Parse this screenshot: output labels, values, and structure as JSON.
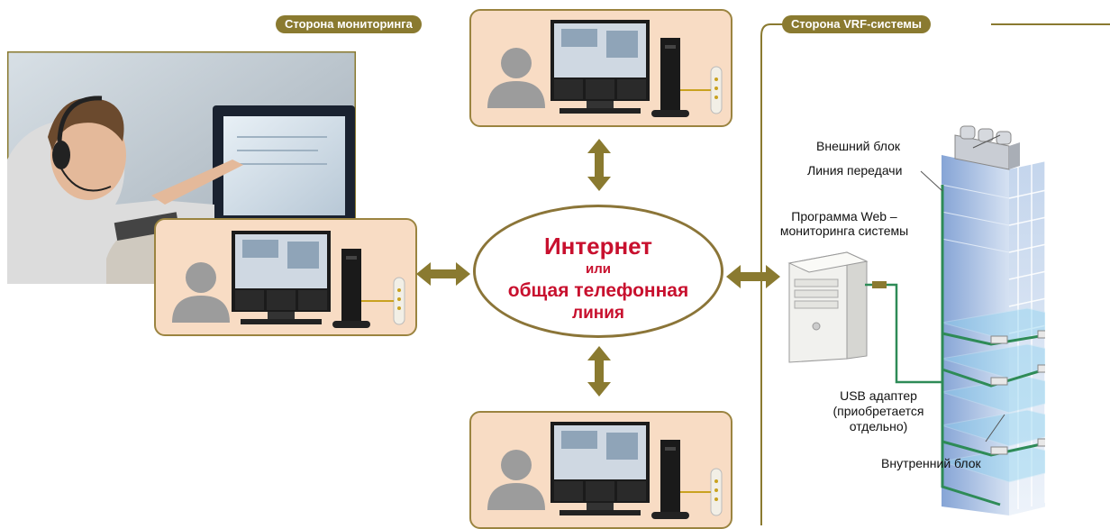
{
  "monitoring_side_label": "Сторона мониторинга",
  "vrf_side_label": "Сторона VRF-системы",
  "internet": {
    "line1": "Интернет",
    "line2": "или",
    "line3": "общая телефонная",
    "line4": "линия"
  },
  "labels": {
    "outdoor_unit": "Внешний блок",
    "transmission_line": "Линия передачи",
    "web_program_line1": "Программа Web –",
    "web_program_line2": "мониторинга системы",
    "usb_line1": "USB адаптер",
    "usb_line2": "(приобретается",
    "usb_line3": "отдельно)",
    "indoor_unit": "Внутренний блок"
  },
  "colors": {
    "accent_olive": "#8a7a30",
    "panel_fill": "#f8dcc4",
    "internet_text": "#c8102e",
    "transmission_green": "#2e8b57"
  },
  "icons": [
    "person-icon",
    "monitor-icon",
    "pc-tower-icon",
    "modem-icon",
    "server-icon",
    "building-icon",
    "double-arrow-icon"
  ]
}
